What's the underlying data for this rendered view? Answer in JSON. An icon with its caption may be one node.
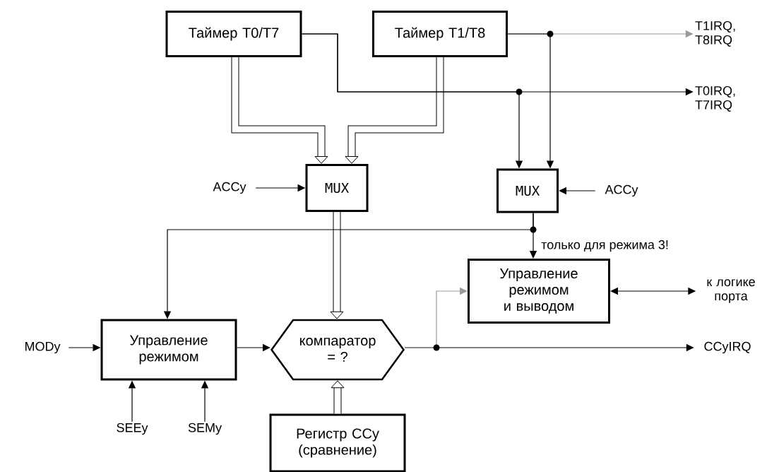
{
  "diagram": {
    "nodes": [
      {
        "text": [
          "Таймер T0/T7"
        ]
      },
      {
        "text": [
          "Таймер T1/T8"
        ]
      },
      {
        "text": [
          "T1IRQ, T8IRQ"
        ]
      },
      {
        "text": [
          "T0IRQ, T7IRQ"
        ]
      },
      {
        "text": [
          "MUX"
        ]
      },
      {
        "text": [
          "ACCy"
        ]
      },
      {
        "text": [
          "MUX"
        ]
      },
      {
        "text": [
          "ACCy"
        ]
      },
      {
        "text": [
          "Управление режимом и выводом"
        ]
      },
      {
        "text": [
          "к логике порта"
        ]
      },
      {
        "text": [
          "MODy"
        ]
      },
      {
        "text": [
          "Управление режимом"
        ]
      },
      {
        "text": [
          "SEEy"
        ]
      },
      {
        "text": [
          "SEMy"
        ]
      },
      {
        "text": [
          "компаратор = ?"
        ]
      },
      {
        "text": [
          "CCyIRQ"
        ]
      },
      {
        "text": [
          "Регистр CCy (сравнение)"
        ]
      }
    ],
    "edges": [
      {
        "from": 0,
        "to": 4,
        "arrow": "to",
        "style": "thick"
      },
      {
        "from": 1,
        "to": 4,
        "arrow": "to",
        "style": "thick"
      },
      {
        "from": 0,
        "to": 3,
        "arrow": "to"
      },
      {
        "from": 1,
        "to": 2,
        "arrow": "to",
        "color": "#999999"
      },
      {
        "from": 1,
        "to": 6,
        "arrow": "to"
      },
      {
        "from": 0,
        "to": 6,
        "arrow": "to"
      },
      {
        "from": 5,
        "to": 4,
        "arrow": "to"
      },
      {
        "from": 7,
        "to": 6,
        "arrow": "to"
      },
      {
        "from": 4,
        "to": 14,
        "arrow": "to",
        "style": "thick"
      },
      {
        "from": 6,
        "to": 8,
        "arrow": "to",
        "label": "только для режима 3!"
      },
      {
        "from": 6,
        "to": 11,
        "arrow": "to"
      },
      {
        "from": 10,
        "to": 11,
        "arrow": "to"
      },
      {
        "from": 12,
        "to": 11,
        "arrow": "to"
      },
      {
        "from": 13,
        "to": 11,
        "arrow": "to"
      },
      {
        "from": 11,
        "to": 14,
        "arrow": "to"
      },
      {
        "from": 14,
        "to": 15,
        "arrow": "to"
      },
      {
        "from": 14,
        "to": 8,
        "arrow": "to",
        "color": "#999999"
      },
      {
        "from": 8,
        "to": 9,
        "arrow": "both"
      },
      {
        "from": 16,
        "to": 14,
        "arrow": "to",
        "style": "thick"
      }
    ]
  }
}
